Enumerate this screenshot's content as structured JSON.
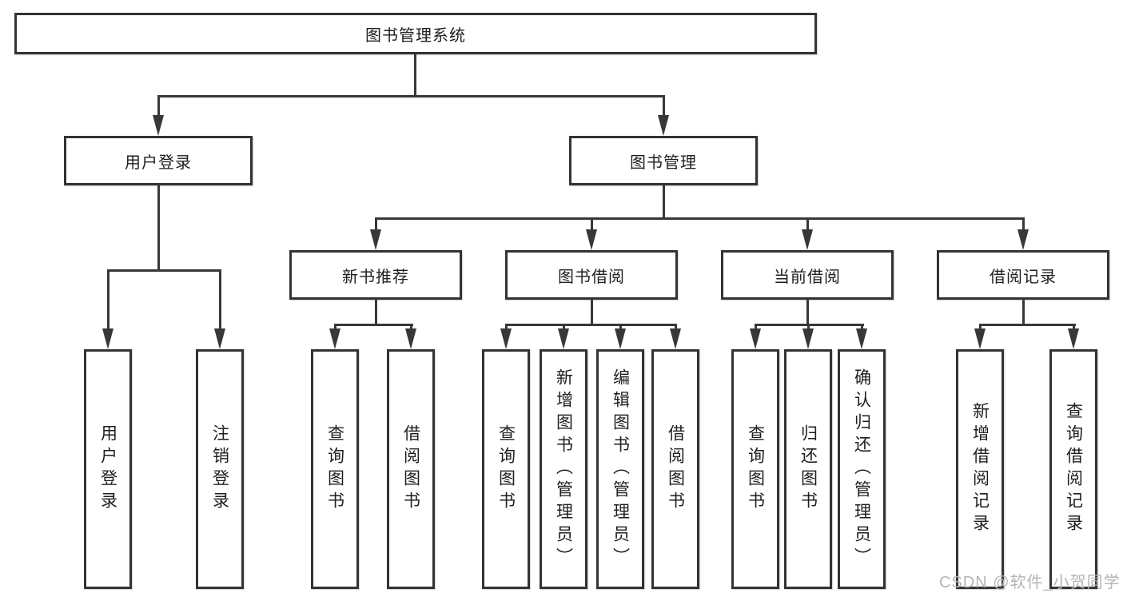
{
  "diagram_type": "hierarchy-tree",
  "nodes": {
    "root": "图书管理系统",
    "user_login": "用户登录",
    "book_mgmt": "图书管理",
    "new_book_rec": "新书推荐",
    "book_borrow": "图书借阅",
    "current_borrow": "当前借阅",
    "borrow_records": "借阅记录",
    "leaf_user_login": "用户登录",
    "leaf_logout": "注销登录",
    "leaf_nbr_query": "查询图书",
    "leaf_nbr_borrow": "借阅图书",
    "leaf_bb_query": "查询图书",
    "leaf_bb_add": "新增图书（管理员）",
    "leaf_bb_edit": "编辑图书（管理员）",
    "leaf_bb_borrow": "借阅图书",
    "leaf_cb_query": "查询图书",
    "leaf_cb_return": "归还图书",
    "leaf_cb_confirm": "确认归还（管理员）",
    "leaf_br_add": "新增借阅记录",
    "leaf_br_query": "查询借阅记录"
  },
  "watermark": "CSDN @软件_小贺同学",
  "colors": {
    "background": "#ffffff",
    "box_border": "#333333",
    "line": "#383838",
    "text": "#1e1e1e",
    "watermark": "#b5b5b5"
  }
}
